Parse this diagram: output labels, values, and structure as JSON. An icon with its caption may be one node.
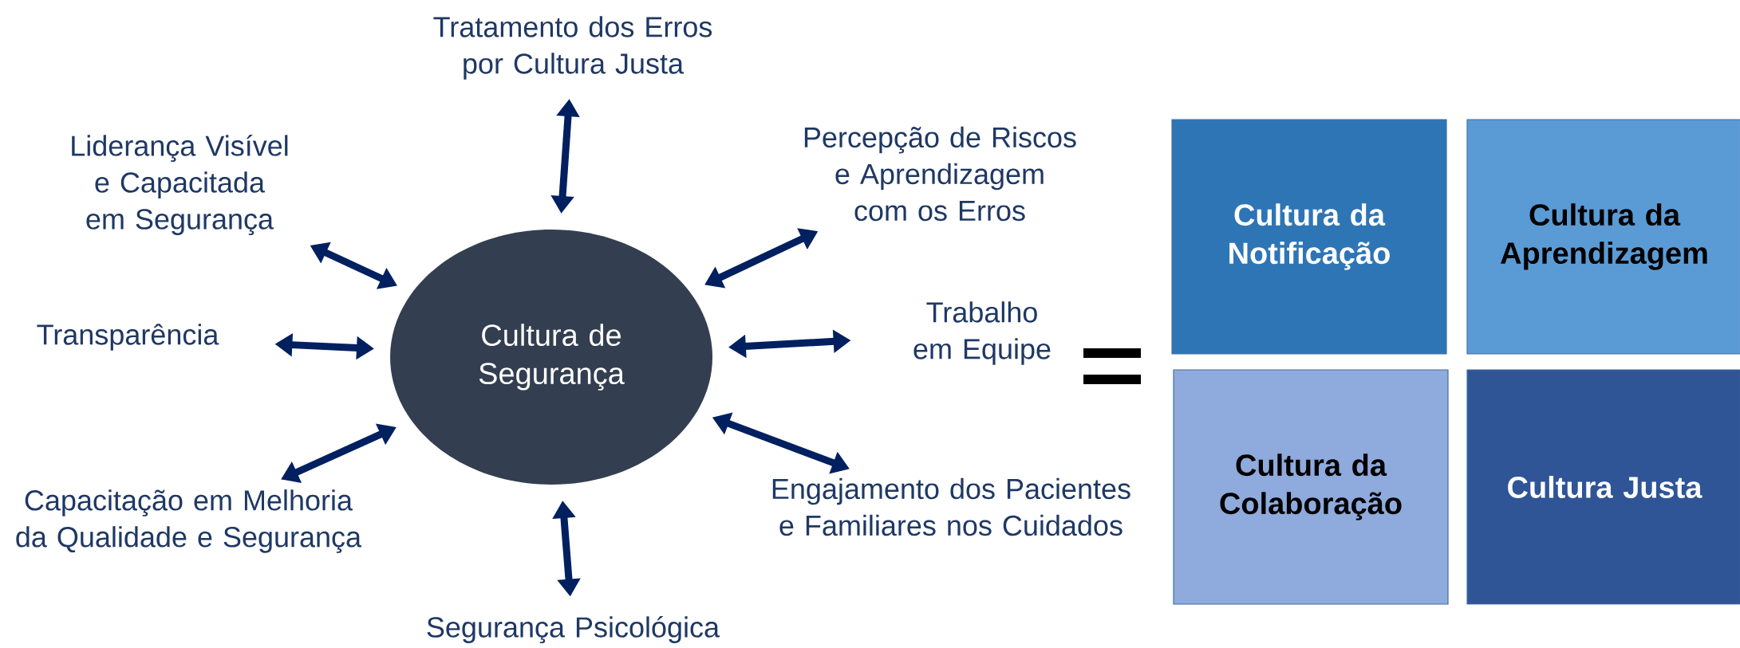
{
  "diagram": {
    "nodes": [
      {
        "text": [
          "Cultura de Segurança"
        ]
      },
      {
        "text": [
          "Tratamento dos Erros por Cultura Justa"
        ]
      },
      {
        "text": [
          "Liderança Visível e Capacitada em Segurança"
        ]
      },
      {
        "text": [
          "Percepção de Riscos e Aprendizagem com os Erros"
        ]
      },
      {
        "text": [
          "Transparência"
        ]
      },
      {
        "text": [
          "Trabalho em Equipe"
        ]
      },
      {
        "text": [
          "Capacitação em Melhoria da Qualidade e Segurança"
        ]
      },
      {
        "text": [
          "Engajamento dos Pacientes e Familiares nos Cuidados"
        ]
      },
      {
        "text": [
          "Segurança Psicológica"
        ]
      },
      {
        "text": [
          "Cultura da Notificação"
        ]
      },
      {
        "text": [
          "Cultura da Aprendizagem"
        ]
      },
      {
        "text": [
          "Cultura da Colaboração"
        ]
      },
      {
        "text": [
          "Cultura Justa"
        ]
      }
    ],
    "edges": [
      {
        "from": 0,
        "to": 1,
        "arrow": "both"
      },
      {
        "from": 0,
        "to": 2,
        "arrow": "both"
      },
      {
        "from": 0,
        "to": 3,
        "arrow": "both"
      },
      {
        "from": 0,
        "to": 4,
        "arrow": "both"
      },
      {
        "from": 0,
        "to": 5,
        "arrow": "both"
      },
      {
        "from": 0,
        "to": 6,
        "arrow": "both"
      },
      {
        "from": 0,
        "to": 7,
        "arrow": "both"
      },
      {
        "from": 0,
        "to": 8,
        "arrow": "both"
      }
    ]
  }
}
